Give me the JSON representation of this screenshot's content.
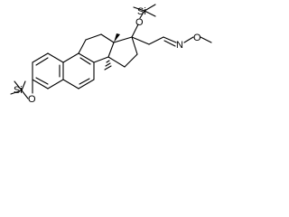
{
  "molecule": {
    "labels": {
      "tms_top": "Si",
      "tms_top_o": "O",
      "tms_left": "Si",
      "tms_left_o": "O",
      "oxime_n": "N",
      "oxime_o": "O"
    }
  }
}
